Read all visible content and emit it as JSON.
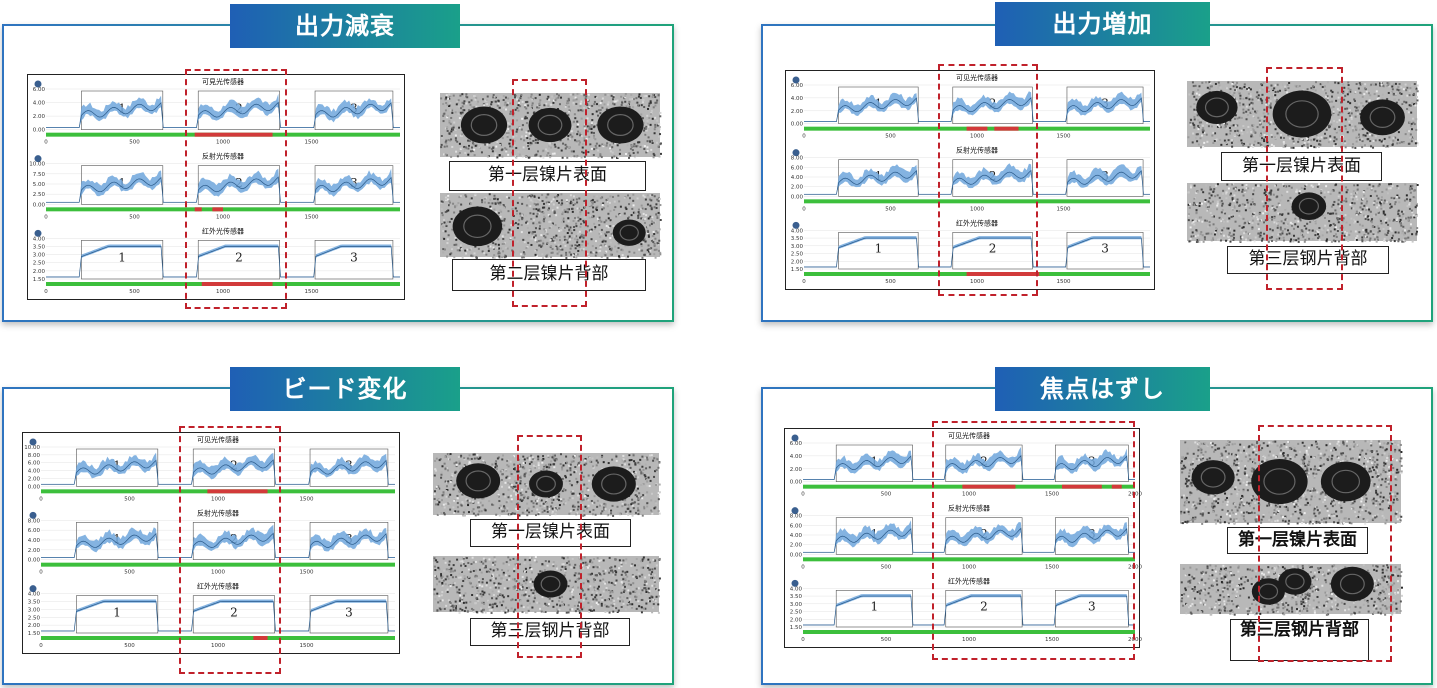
{
  "panels": [
    {
      "title": "出力減衰",
      "sensor_titles": [
        "可見光传感器",
        "反射光传感器",
        "红外光传感器"
      ],
      "y_ticks": [
        [
          "6.00",
          "4.00",
          "2.00",
          "0.00"
        ],
        [
          "10.00",
          "7.50",
          "5.00",
          "2.50",
          "0.00"
        ],
        [
          "4.00",
          "3.50",
          "3.00",
          "2.50",
          "2.00",
          "1.50"
        ]
      ],
      "x_ticks": [
        "0",
        "500",
        "1000",
        "1500"
      ],
      "segment_labels": [
        "1",
        "2",
        "3"
      ],
      "captions": [
        "第一层镍片表面",
        "第二层镍片背部"
      ]
    },
    {
      "title": "出力増加",
      "sensor_titles": [
        "可见光传感器",
        "反射光传感器",
        "红外光传感器"
      ],
      "y_ticks": [
        [
          "6.00",
          "4.00",
          "2.00",
          "0.00"
        ],
        [
          "8.00",
          "6.00",
          "4.00",
          "2.00",
          "0.00"
        ],
        [
          "4.00",
          "3.50",
          "3.00",
          "2.50",
          "2.00",
          "1.50"
        ]
      ],
      "x_ticks": [
        "0",
        "500",
        "1000",
        "1500"
      ],
      "segment_labels": [
        "1",
        "2",
        "3"
      ],
      "captions": [
        "第一层镍片表面",
        "第三层钢片背部"
      ]
    },
    {
      "title": "ビード変化",
      "sensor_titles": [
        "可见光传感器",
        "反射光传感器",
        "红外光传感器"
      ],
      "y_ticks": [
        [
          "10.00",
          "8.00",
          "6.00",
          "4.00",
          "2.00",
          "0.00"
        ],
        [
          "8.00",
          "6.00",
          "4.00",
          "2.00",
          "0.00"
        ],
        [
          "4.00",
          "3.50",
          "3.00",
          "2.50",
          "2.00",
          "1.50"
        ]
      ],
      "x_ticks": [
        "0",
        "500",
        "1000",
        "1500"
      ],
      "segment_labels": [
        "1",
        "2",
        "3"
      ],
      "captions": [
        "第一层镍片表面",
        "第三层钢片背部"
      ]
    },
    {
      "title": "焦点はずし",
      "sensor_titles": [
        "可见光传感器",
        "反射光传感器",
        "红外光传感器"
      ],
      "y_ticks": [
        [
          "6.00",
          "4.00",
          "2.00",
          "0.00"
        ],
        [
          "8.00",
          "6.00",
          "4.00",
          "2.00",
          "0.00"
        ],
        [
          "4.00",
          "3.50",
          "3.00",
          "2.50",
          "2.00",
          "1.50"
        ]
      ],
      "x_ticks": [
        "0",
        "500",
        "1000",
        "1500",
        "2000"
      ],
      "segment_labels": [
        "1",
        "2",
        "3"
      ],
      "captions": [
        "第一层镍片表面",
        "第三层钢片背部"
      ]
    }
  ],
  "colors": {
    "accent_blue": "#1f5fb5",
    "accent_green": "#1aa08a",
    "band_fill": "#6fa6dc",
    "bar_green": "#3cbf3c",
    "bar_red": "#d23a3a",
    "dash_red": "#c0212b"
  }
}
